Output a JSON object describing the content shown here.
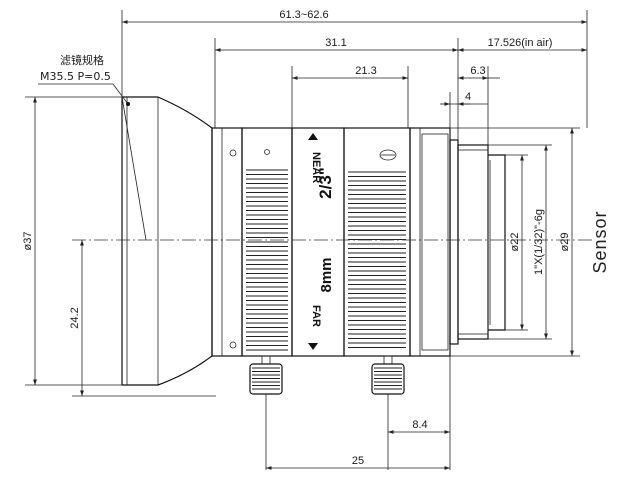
{
  "filter_label": {
    "line1": "滤镜规格",
    "line2": "M35.5  P=0.5"
  },
  "dimensions": {
    "overall_length": "61.3~62.6",
    "length_31_1": "31.1",
    "back_focus": "17.526(in air)",
    "length_21_3": "21.3",
    "length_6_3": "6.3",
    "length_4": "4",
    "front_diameter": "ø37",
    "height_24_2": "24.2",
    "diameter_22": "ø22",
    "mount_thread": "1\"X(1/32)\"-6g",
    "diameter_29": "ø29",
    "length_8_4": "8.4",
    "length_25": "25"
  },
  "lens_markings": {
    "near": "NEAR",
    "far": "FAR",
    "format": "2/3\"",
    "focal_length": "8mm"
  },
  "sensor_label": "Sensor"
}
